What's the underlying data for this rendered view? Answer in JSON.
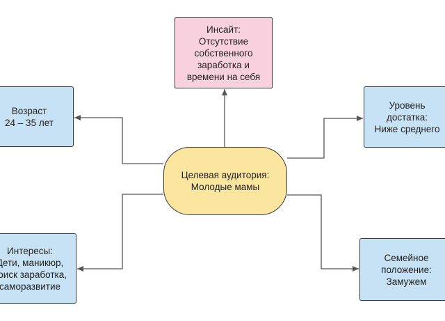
{
  "diagram": {
    "center": {
      "text": "Целевая аудитория:\nМолодые мамы",
      "fill": "#fbe6a0"
    },
    "insight": {
      "text": "Инсайт:\nОтсутствие\nсобственного\nзаработка и\nвремени на себя",
      "fill": "#f9d1de"
    },
    "age": {
      "text": "Возраст\n24 – 35 лет",
      "fill": "#c7e2f5"
    },
    "income": {
      "text": "Уровень\nдостатка:\nНиже среднего",
      "fill": "#c7e2f5"
    },
    "interests": {
      "text": "Интересы:\nДети, маникюр,\nпоиск заработка,\nсаморазвитие",
      "fill": "#c7e2f5"
    },
    "family": {
      "text": "Семейное\nположение:\nЗамужем",
      "fill": "#c7e2f5"
    },
    "connector_color": "#555555"
  }
}
